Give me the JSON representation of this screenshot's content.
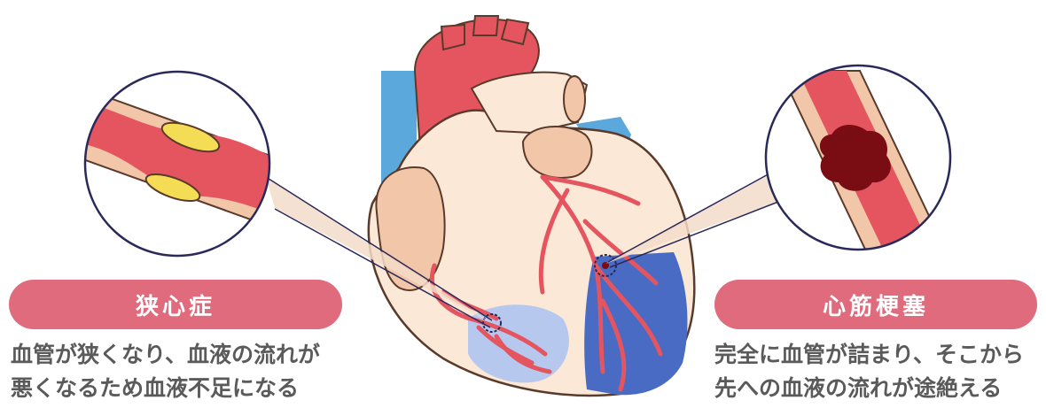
{
  "colors": {
    "pill": "#df6b7c",
    "artery_red": "#e5555f",
    "vein_blue": "#5aa8dc",
    "heart_cream": "#fbe8d6",
    "heart_outline": "#5a3a2a",
    "plaque_yellow": "#f5dc55",
    "clot": "#7a0c14",
    "infarct_blue": "#4a6bc4",
    "ischemia_blue": "#b7c8ee",
    "text": "#5a5a5a"
  },
  "left": {
    "title": "狭心症",
    "description": [
      "血管が狭くなり、血液の流れが",
      "悪くなるため血液不足になる"
    ]
  },
  "right": {
    "title": "心筋梗塞",
    "description": [
      "完全に血管が詰まり、そこから",
      "先への血液の流れが途絶える"
    ]
  }
}
